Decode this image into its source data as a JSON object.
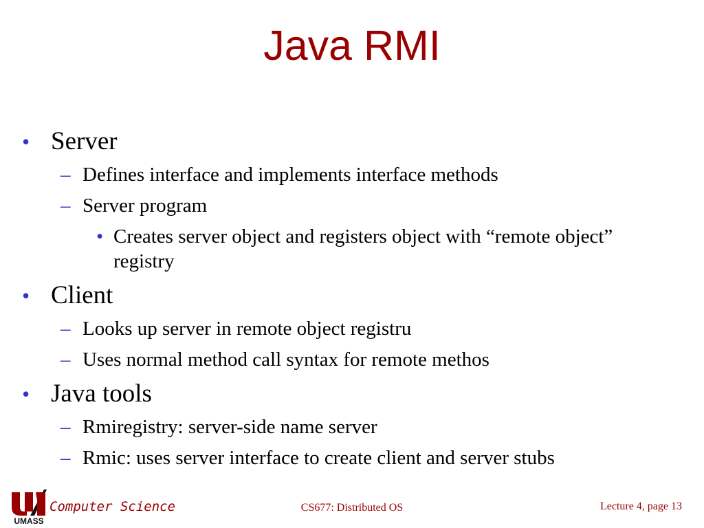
{
  "slide": {
    "title": "Java RMI",
    "bullets": [
      {
        "text": "Server",
        "sub": [
          {
            "text": "Defines interface and implements interface methods"
          },
          {
            "text": "Server program",
            "sub": [
              {
                "text": "Creates server object and registers object with “remote object” registry"
              }
            ]
          }
        ]
      },
      {
        "text": "Client",
        "sub": [
          {
            "text": "Looks up server in remote object registru"
          },
          {
            "text": "Uses normal method call syntax for remote methos"
          }
        ]
      },
      {
        "text": "Java tools",
        "sub": [
          {
            "text": "Rmiregistry: server-side name server"
          },
          {
            "text": "Rmic: uses server interface to create client and server stubs"
          }
        ]
      }
    ],
    "markers": {
      "bullet": "•",
      "dash": "–"
    }
  },
  "footer": {
    "department": "Computer Science",
    "logo_text": "UMASS",
    "course": "CS677: Distributed OS",
    "page": "Lecture 4, page 13"
  },
  "colors": {
    "title": "#990000",
    "bullet": "#3333cc",
    "footer": "#990000"
  }
}
